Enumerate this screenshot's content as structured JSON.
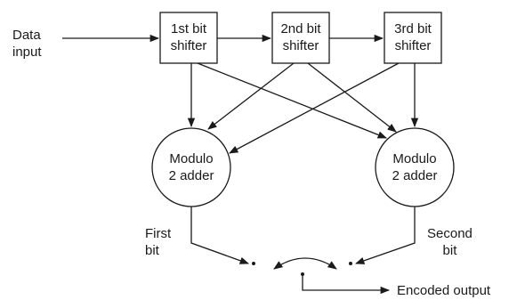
{
  "input_label": "Data\ninput",
  "shifters": [
    {
      "label": "1st bit\nshifter"
    },
    {
      "label": "2nd bit\nshifter"
    },
    {
      "label": "3rd bit\nshifter"
    }
  ],
  "adders": [
    {
      "label": "Modulo\n2 adder"
    },
    {
      "label": "Modulo\n2 adder"
    }
  ],
  "first_bit_label": "First\nbit",
  "second_bit_label": "Second\nbit",
  "output_label": "Encoded output"
}
